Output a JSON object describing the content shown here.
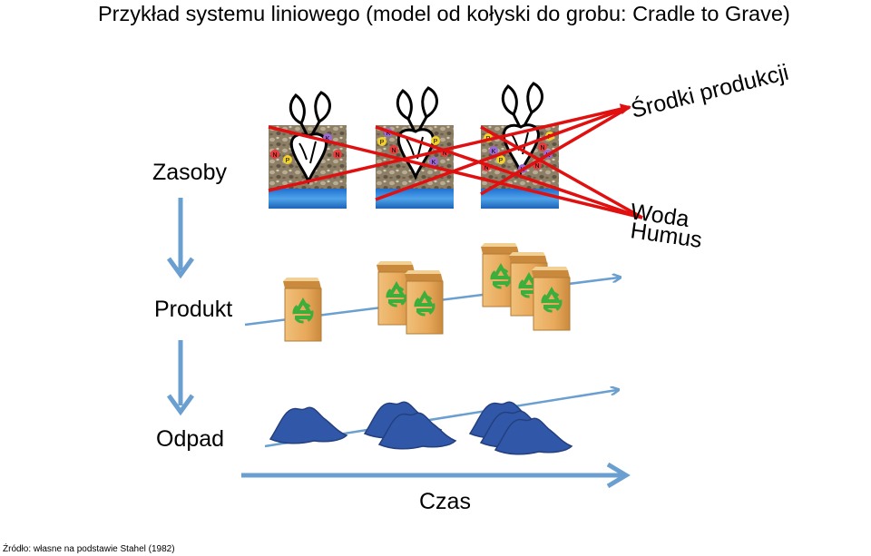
{
  "title": "Przykład systemu liniowego (model od kołyski do grobu: Cradle to Grave)",
  "labels": {
    "resources": "Zasoby",
    "product": "Produkt",
    "waste": "Odpad",
    "time": "Czas"
  },
  "annotations": {
    "means_of_production": "Środki produkcji",
    "water": "Woda",
    "humus": "Humus"
  },
  "nutrients": [
    "N",
    "P",
    "K"
  ],
  "source": "Źródło: własne na podstawie Stahel (1982)",
  "colors": {
    "arrow_blue": "#6a9fd0",
    "red_line": "#e01010",
    "waste_blue": "#3158a8",
    "bag": "#e8a85a",
    "recycle_green": "#3cae3c",
    "water_blue": "#2e7bd6",
    "soil": "#8a7b62"
  },
  "icons": [
    "beet-icon",
    "soil-block-icon",
    "recycle-bag-icon",
    "waste-pile-icon",
    "arrow-down-icon",
    "arrow-right-icon"
  ]
}
